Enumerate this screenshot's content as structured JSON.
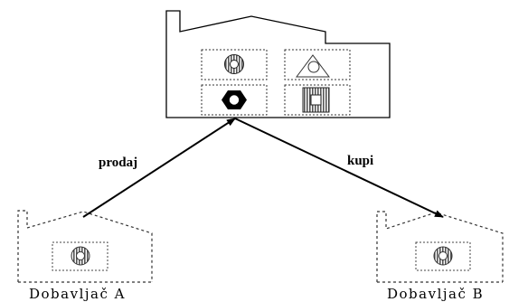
{
  "diagram": {
    "edges": [
      {
        "label": "prodaj",
        "from": "supplier_a",
        "to": "factory"
      },
      {
        "label": "kupi",
        "from": "factory",
        "to": "supplier_b"
      }
    ],
    "suppliers": {
      "a": {
        "name": "Dobavljač A"
      },
      "b": {
        "name": "Dobavljač B"
      }
    },
    "icons": [
      "factory-icon",
      "warehouse-icon",
      "ring-part-icon",
      "triangle-part-icon",
      "hex-nut-icon",
      "square-part-icon"
    ]
  }
}
